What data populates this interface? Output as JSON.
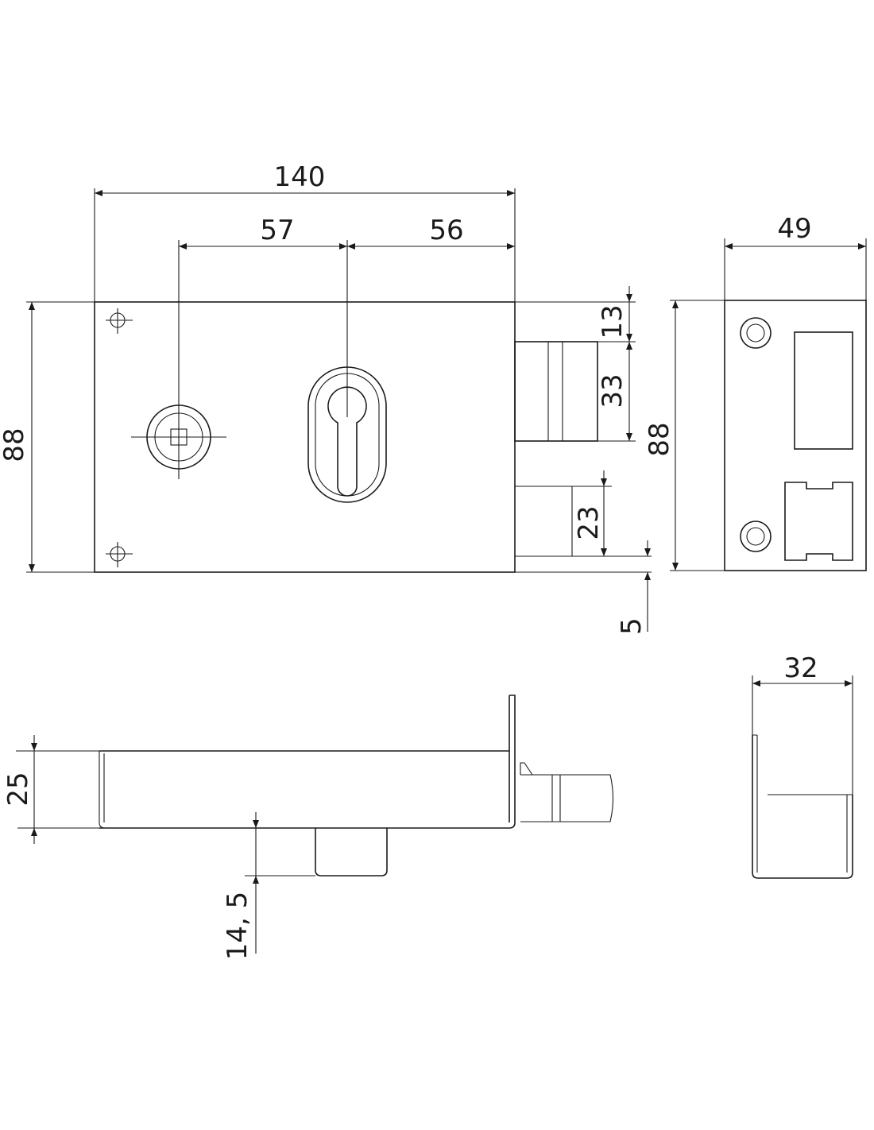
{
  "drawing": {
    "front_view": {
      "width": "140",
      "spindle_offset": "57",
      "cylinder_offset": "56",
      "height": "88",
      "top_gap": "13",
      "bolt_height": "33",
      "latch_height": "23",
      "bottom_gap": "5"
    },
    "side_view": {
      "width": "49",
      "height": "88"
    },
    "bottom_view": {
      "depth": "25",
      "projection": "14, 5"
    },
    "strike_view": {
      "width": "32"
    },
    "line_color": "#1a1a1a"
  }
}
